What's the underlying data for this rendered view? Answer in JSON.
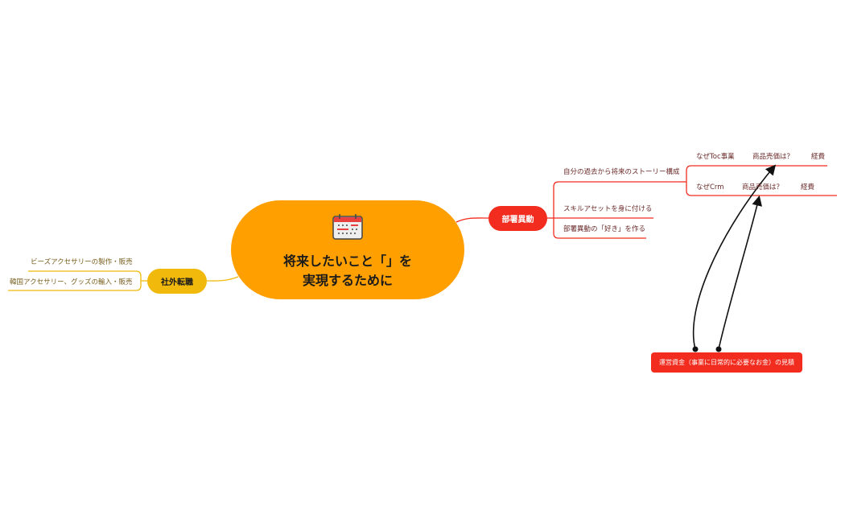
{
  "central": {
    "line1": "将来したいこと「」を",
    "line2": "実現するために",
    "icon": "calendar-icon"
  },
  "right_branch": {
    "label": "部署異動",
    "color": "#F22C1E",
    "items": [
      {
        "label": "自分の過去から将来のストーリー構成",
        "children": [
          [
            "なぜToc事業",
            "商品売価は？",
            "経費"
          ],
          [
            "なぜCrm",
            "商品売価は？",
            "経費"
          ]
        ]
      },
      {
        "label": "スキルアセットを身に付ける"
      },
      {
        "label": "部署異動の「好き」を作る"
      }
    ]
  },
  "left_branch": {
    "label": "社外転職",
    "color": "#F0B90B",
    "items": [
      "ビーズアクセサリーの製作・販売",
      "韓国アクセサリー、グッズの輸入・販売"
    ]
  },
  "floating": {
    "label": "運営資金（事業に日常的に必要なお金）の見積",
    "color": "#F22C1E"
  },
  "central_color": "#FFA000"
}
